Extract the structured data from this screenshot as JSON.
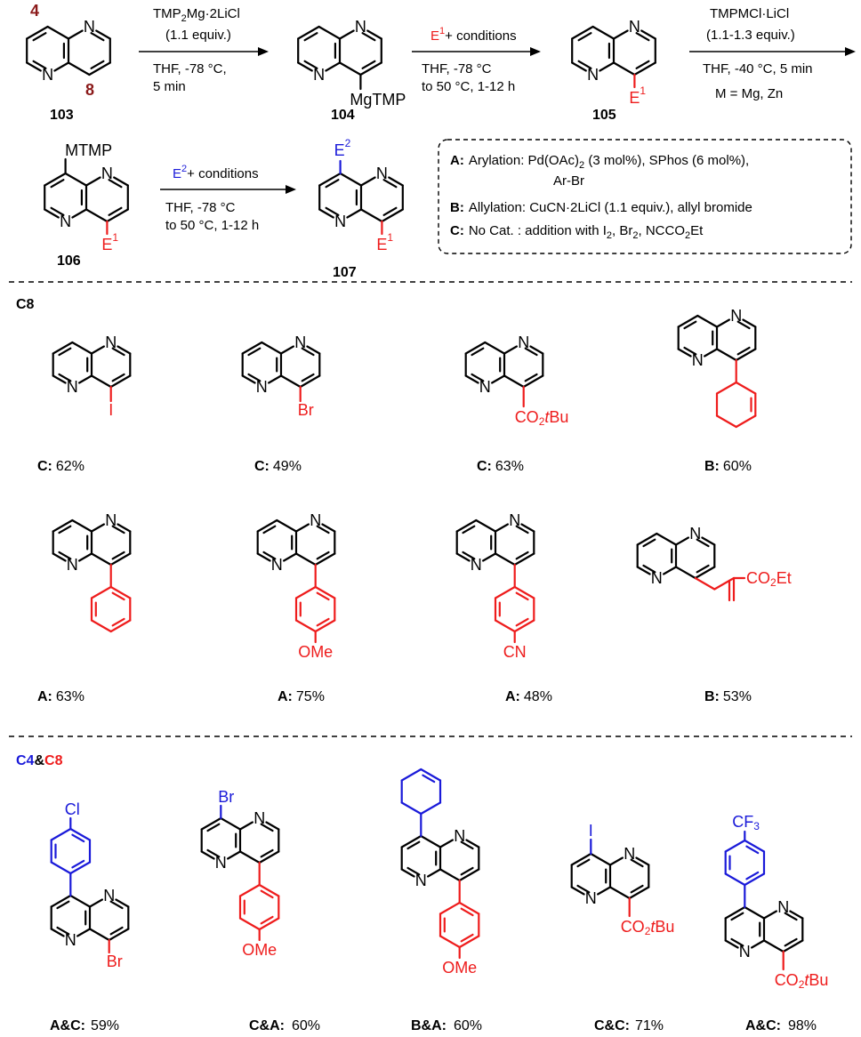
{
  "scheme": {
    "pos_labels": {
      "c4": "4",
      "c8": "8"
    },
    "compounds": {
      "c103": "103",
      "c104": "104",
      "c105": "105",
      "c106": "106",
      "c107": "107"
    },
    "atoms": {
      "N": "N",
      "MgTMP": "MgTMP",
      "MTMP": "MTMP",
      "E": "E",
      "one": "1",
      "two": "2"
    },
    "step1": {
      "line1a": "TMP",
      "line1b": "2",
      "line1c": "Mg·2LiCl",
      "line2": "(1.1 equiv.)",
      "line3": "THF, -78 °C,",
      "line4": "5 min"
    },
    "step2": {
      "plus": "+ conditions",
      "line2": "THF, -78 °C",
      "line3": "to 50 °C, 1-12 h"
    },
    "step3": {
      "line1": "TMPMCl·LiCl",
      "line2": "(1.1-1.3 equiv.)",
      "line3": "THF, -40 °C, 5 min",
      "line4": "M = Mg, Zn"
    },
    "step4": {
      "plus": "+ conditions",
      "line2": "THF, -78 °C",
      "line3": "to 50 °C, 1-12 h"
    }
  },
  "legend": {
    "A_key": "A:",
    "A_text_1": "Arylation: Pd(OAc)",
    "A_sub": "2",
    "A_text_2": " (3 mol%), SPhos (6 mol%),",
    "A_text_3": "Ar-Br",
    "B_key": "B:",
    "B_text": "Allylation: CuCN·2LiCl (1.1 equiv.), allyl bromide",
    "C_key": "C:",
    "C_text_1": "No Cat.   : addition with I",
    "C_sub1": "2",
    "C_text_2": ", Br",
    "C_sub2": "2",
    "C_text_3": ", NCCO",
    "C_sub3": "2",
    "C_text_4": "Et"
  },
  "sections": {
    "c8": "C8",
    "c4c8_c4": "C4",
    "c4c8_amp": "&",
    "c4c8_c8": "C8"
  },
  "subs": {
    "I": "I",
    "Br": "Br",
    "Cl": "Cl",
    "OMe": "OMe",
    "CN": "CN",
    "CO2": "CO",
    "sub2": "2",
    "tBu_t": "t",
    "tBu_Bu": "Bu",
    "CO2Et_tail": "Et",
    "CF": "CF",
    "sub3": "3"
  },
  "yields_c8": [
    {
      "key": "C:",
      "value": "62%"
    },
    {
      "key": "C:",
      "value": "49%"
    },
    {
      "key": "C:",
      "value": "63%"
    },
    {
      "key": "B:",
      "value": "60%"
    },
    {
      "key": "A:",
      "value": "63%"
    },
    {
      "key": "A:",
      "value": "75%"
    },
    {
      "key": "A:",
      "value": "48%"
    },
    {
      "key": "B:",
      "value": "53%"
    }
  ],
  "yields_c4c8": [
    {
      "key": "A&C:",
      "value": "59%"
    },
    {
      "key": "C&A:",
      "value": "60%"
    },
    {
      "key": "B&A:",
      "value": "60%"
    },
    {
      "key": "C&C:",
      "value": "71%"
    },
    {
      "key": "A&C:",
      "value": "98%"
    }
  ],
  "colors": {
    "red": "#ee1c1c",
    "blue": "#1a1ad9",
    "dark_red": "#8b1a1a",
    "black": "#000000"
  }
}
